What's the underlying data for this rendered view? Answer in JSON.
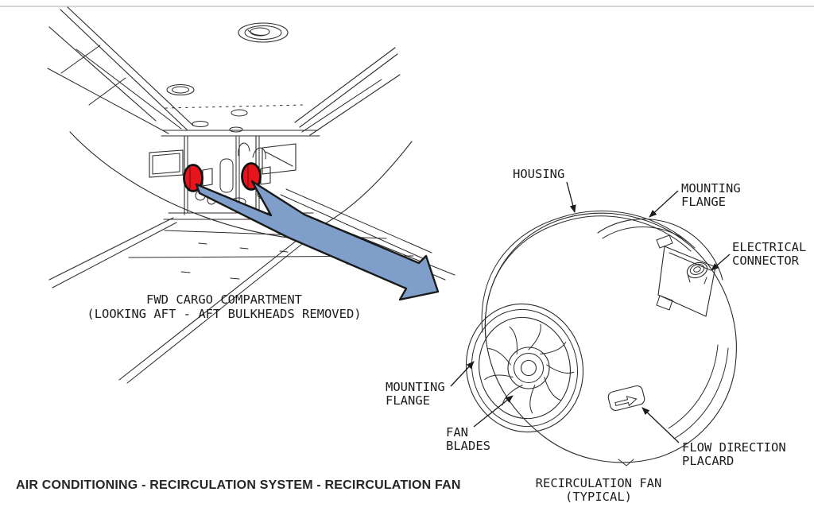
{
  "page": {
    "title": "AIR CONDITIONING - RECIRCULATION SYSTEM - RECIRCULATION FAN"
  },
  "colors": {
    "highlight_red": "#e8141c",
    "arrow_blue": "#7f9fca",
    "line": "#2b2b2b"
  },
  "cargo_view": {
    "caption_line1": "FWD CARGO COMPARTMENT",
    "caption_line2": "(LOOKING AFT - AFT BULKHEADS REMOVED)"
  },
  "fan_view": {
    "caption_line1": "RECIRCULATION FAN",
    "caption_line2": "(TYPICAL)",
    "labels": {
      "housing": "HOUSING",
      "mounting_flange_top": [
        "MOUNTING",
        "FLANGE"
      ],
      "electrical_connector": [
        "ELECTRICAL",
        "CONNECTOR"
      ],
      "mounting_flange_left": [
        "MOUNTING",
        "FLANGE"
      ],
      "fan_blades": [
        "FAN",
        "BLADES"
      ],
      "flow_direction_placard": [
        "FLOW DIRECTION",
        "PLACARD"
      ]
    }
  }
}
